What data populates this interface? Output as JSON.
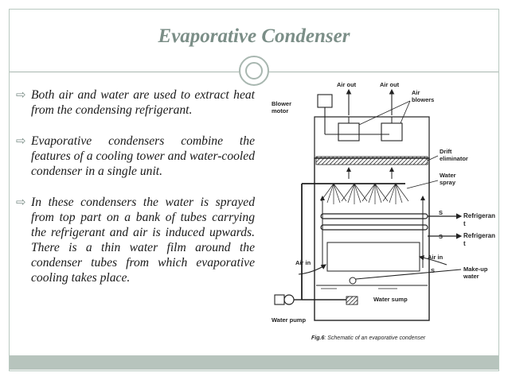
{
  "slide": {
    "title": "Evaporative Condenser",
    "bullets": [
      "Both air and water are used to extract heat from the condensing refrigerant.",
      "Evaporative condensers combine the features of a cooling tower and water-cooled condenser in a single unit.",
      "In these condensers the water is sprayed from top part on a bank of tubes carrying the refrigerant and air is induced upwards. There is a thin water film around the condenser tubes from which evaporative cooling takes place."
    ],
    "bullet_icon": "right-arrow-icon",
    "accent_color": "#7b8e87"
  },
  "diagram": {
    "labels": {
      "air_out_1": "Air out",
      "air_out_2": "Air out",
      "air_blowers_1": "Air",
      "air_blowers_2": "blowers",
      "blower_motor_1": "Blower",
      "blower_motor_2": "motor",
      "drift_1": "Drift",
      "drift_2": "eliminator",
      "water_spray_1": "Water",
      "water_spray_2": "spray",
      "refrigerant_a_1": "Refrigeran",
      "refrigerant_a_2": "t",
      "refrigerant_b_1": "Refrigeran",
      "refrigerant_b_2": "t",
      "air_in_left": "Air in",
      "air_in_right": "Air in",
      "makeup_1": "Make-up",
      "makeup_2": "water",
      "water_sump": "Water sump",
      "water_pump": "Water pump"
    },
    "caption_fig": "Fig.6",
    "caption_text": ": Schematic of an evaporative condenser"
  }
}
